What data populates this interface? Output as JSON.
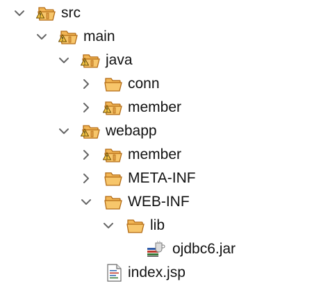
{
  "tree": {
    "nodes": [
      {
        "id": "src",
        "label": "src",
        "icon": "package-folder-warning-icon",
        "state": "expanded"
      },
      {
        "id": "main",
        "label": "main",
        "icon": "package-folder-warning-icon",
        "state": "expanded"
      },
      {
        "id": "java",
        "label": "java",
        "icon": "package-folder-warning-icon",
        "state": "expanded"
      },
      {
        "id": "conn",
        "label": "conn",
        "icon": "folder-icon",
        "state": "collapsed"
      },
      {
        "id": "java-member",
        "label": "member",
        "icon": "package-folder-warning-icon",
        "state": "collapsed"
      },
      {
        "id": "webapp",
        "label": "webapp",
        "icon": "package-folder-warning-icon",
        "state": "expanded"
      },
      {
        "id": "webapp-member",
        "label": "member",
        "icon": "package-folder-warning-icon",
        "state": "collapsed"
      },
      {
        "id": "meta-inf",
        "label": "META-INF",
        "icon": "folder-icon",
        "state": "collapsed"
      },
      {
        "id": "web-inf",
        "label": "WEB-INF",
        "icon": "folder-icon",
        "state": "expanded"
      },
      {
        "id": "lib",
        "label": "lib",
        "icon": "folder-icon",
        "state": "expanded"
      },
      {
        "id": "ojdbc6",
        "label": "ojdbc6.jar",
        "icon": "jar-file-icon",
        "state": "leaf"
      },
      {
        "id": "index-jsp",
        "label": "index.jsp",
        "icon": "jsp-file-icon",
        "state": "leaf"
      }
    ]
  },
  "colors": {
    "folder_fill": "#f7c66b",
    "folder_stroke": "#b26a14",
    "warning_fill": "#f5c542",
    "chevron": "#666666",
    "text": "#111111"
  }
}
